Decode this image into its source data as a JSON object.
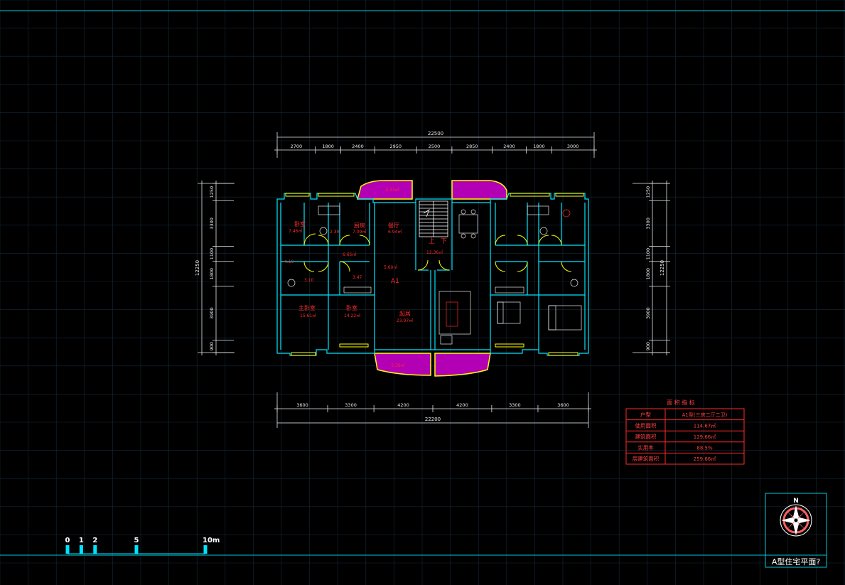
{
  "colors": {
    "background": "#000000",
    "grid": "#16283a",
    "frame": "#00c8d8",
    "wall": "#00e5ff",
    "dimension": "#e8e8e8",
    "room_label": "#ff2a2a",
    "balcony_outline": "#ffff00",
    "balcony_fill": "#ff00ff",
    "stair": "#ffffff",
    "table_border": "#ff2a2a",
    "table_text": "#ff4040",
    "scale_bar": "#00e5ff"
  },
  "top_dimensions": {
    "total": "22500",
    "segments": [
      "2700",
      "1800",
      "2400",
      "2950",
      "2500",
      "2850",
      "2400",
      "1800",
      "3000"
    ]
  },
  "bottom_dimensions": {
    "total": "22200",
    "segments": [
      "3600",
      "3300",
      "4200",
      "4200",
      "3300",
      "3600"
    ]
  },
  "left_dimensions": {
    "total": "12250",
    "segments": [
      "1250",
      "3300",
      "1100",
      "1800",
      "3900",
      "900"
    ]
  },
  "right_dimensions": {
    "total": "12250",
    "segments": [
      "1250",
      "3300",
      "1100",
      "1800",
      "3900",
      "900"
    ]
  },
  "rooms": {
    "bedroom_small": {
      "name": "卧室",
      "area": "7.46㎡"
    },
    "toilet": {
      "area": "2.39"
    },
    "kitchen": {
      "name": "厨房",
      "area": "7.09㎡"
    },
    "dining": {
      "name": "餐厅",
      "area": "6.94㎡"
    },
    "corridor": {
      "area": "6.65㎡"
    },
    "hall": {
      "area": "5.60㎡"
    },
    "bath_small": {
      "area": "4.10"
    },
    "closet": {
      "area": "3.10"
    },
    "store": {
      "area": "3.47"
    },
    "master_bedroom": {
      "name": "主卧室",
      "area": "15.61㎡"
    },
    "bedroom_second": {
      "name": "卧室",
      "area": "14.22㎡"
    },
    "living": {
      "name": "起居",
      "area": "23.97㎡"
    },
    "stair_hall": {
      "area": "12.36㎡"
    },
    "stair_up": "上",
    "stair_down": "下",
    "unit_label": "A1",
    "balcony_top": "5.33㎡",
    "balcony_bottom": "5.36㎡"
  },
  "area_table": {
    "title": "面 积 指 标",
    "rows": [
      {
        "label": "户型",
        "value": "A1型(三房二厅二卫)"
      },
      {
        "label": "使用面积",
        "value": "114.67㎡"
      },
      {
        "label": "建筑面积",
        "value": "129.66㎡"
      },
      {
        "label": "实用率",
        "value": "88.5%"
      },
      {
        "label": "层建筑面积",
        "value": "259.66㎡"
      }
    ]
  },
  "scale_bar": {
    "labels": [
      "0",
      "1",
      "2",
      "5",
      "10m"
    ]
  },
  "north": {
    "letter": "N",
    "caption": "A型住宅平面?"
  }
}
